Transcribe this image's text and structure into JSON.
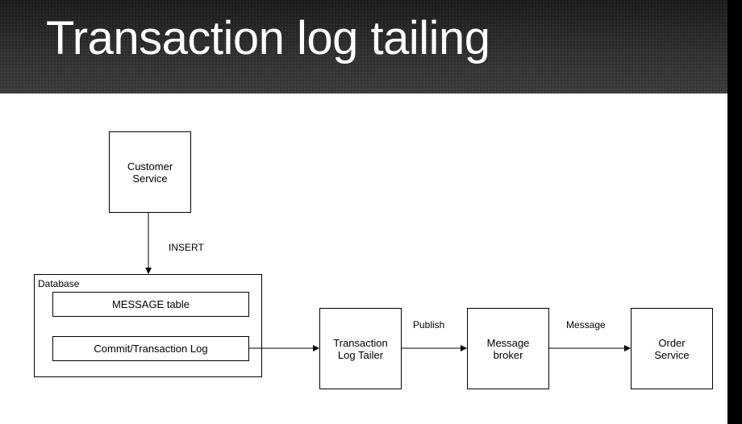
{
  "slide": {
    "title": "Transaction log tailing"
  },
  "diagram": {
    "nodes": {
      "customer_service": "Customer\nService",
      "database": "Database",
      "message_table": "MESSAGE table",
      "commit_log": "Commit/Transaction Log",
      "log_tailer": "Transaction\nLog Tailer",
      "message_broker": "Message\nbroker",
      "order_service": "Order\nService"
    },
    "edges": {
      "insert": "INSERT",
      "publish": "Publish",
      "message": "Message"
    }
  }
}
